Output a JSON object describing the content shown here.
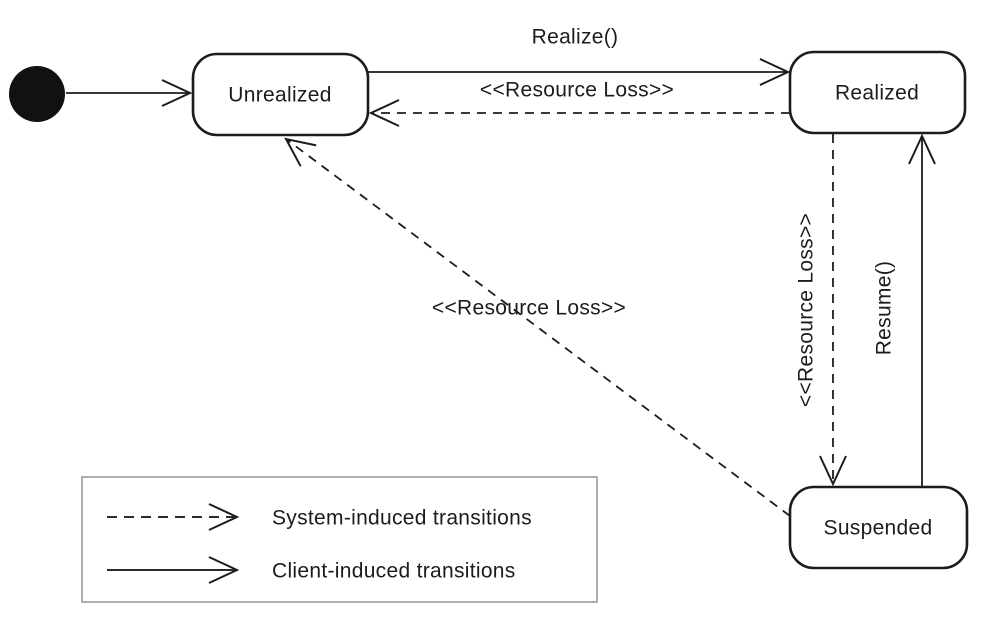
{
  "diagram": {
    "kind": "uml-state-diagram",
    "states": [
      {
        "id": "unrealized",
        "label": "Unrealized"
      },
      {
        "id": "realized",
        "label": "Realized"
      },
      {
        "id": "suspended",
        "label": "Suspended"
      }
    ],
    "initial_state": {
      "target": "Unrealized"
    },
    "transitions": [
      {
        "id": "realize",
        "label": "Realize()",
        "style": "solid",
        "from": "Unrealized",
        "to": "Realized"
      },
      {
        "id": "resource-loss-top",
        "label": "<<Resource Loss>>",
        "style": "dashed",
        "from": "Realized",
        "to": "Unrealized"
      },
      {
        "id": "resource-loss-vertical",
        "label": "<<Resource Loss>>",
        "style": "dashed",
        "from": "Realized",
        "to": "Suspended"
      },
      {
        "id": "resume",
        "label": "Resume()",
        "style": "solid",
        "from": "Suspended",
        "to": "Realized"
      },
      {
        "id": "resource-loss-diagonal",
        "label": "<<Resource Loss>>",
        "style": "dashed",
        "from": "Suspended",
        "to": "Unrealized"
      }
    ],
    "legend": {
      "items": [
        {
          "style": "dashed",
          "label": "System-induced transitions"
        },
        {
          "style": "solid",
          "label": "Client-induced transitions"
        }
      ]
    },
    "colors": {
      "line": "#1c1c1c",
      "legend_border": "#9a9a9a",
      "background": "#ffffff"
    }
  }
}
